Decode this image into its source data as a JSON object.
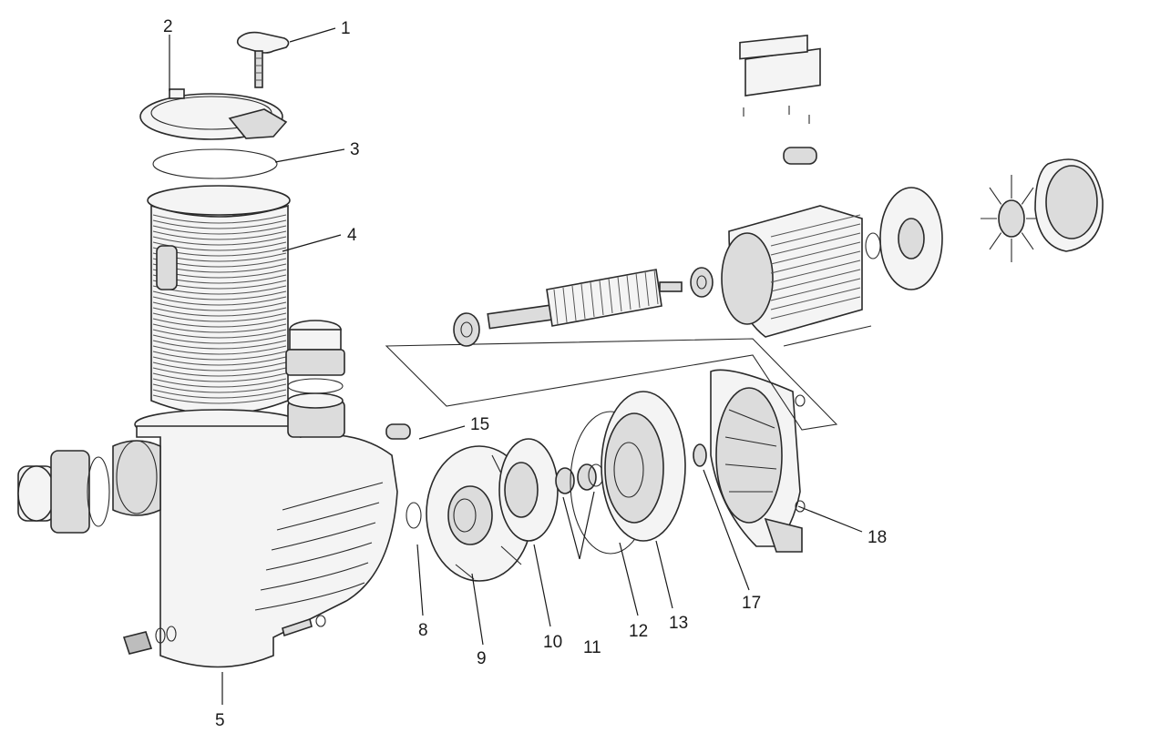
{
  "callouts": [
    {
      "id": "1",
      "label": "1"
    },
    {
      "id": "2",
      "label": "2"
    },
    {
      "id": "3",
      "label": "3"
    },
    {
      "id": "4",
      "label": "4"
    },
    {
      "id": "5",
      "label": "5"
    },
    {
      "id": "8",
      "label": "8"
    },
    {
      "id": "9",
      "label": "9"
    },
    {
      "id": "10",
      "label": "10"
    },
    {
      "id": "11",
      "label": "11"
    },
    {
      "id": "12",
      "label": "12"
    },
    {
      "id": "13",
      "label": "13"
    },
    {
      "id": "15",
      "label": "15"
    },
    {
      "id": "17",
      "label": "17"
    },
    {
      "id": "18",
      "label": "18"
    }
  ]
}
